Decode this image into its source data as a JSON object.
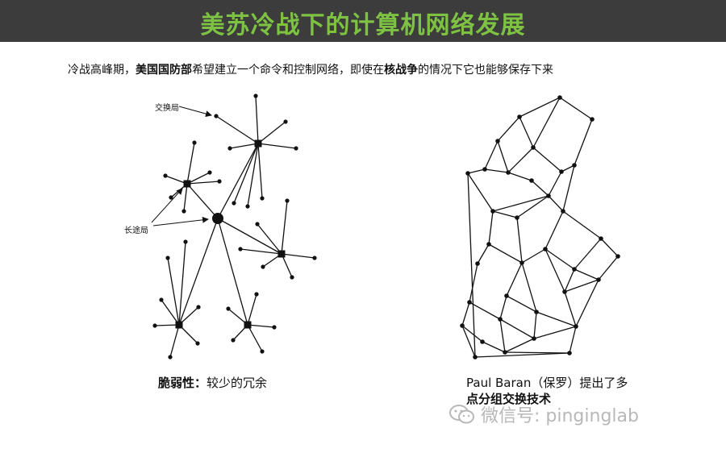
{
  "title": "美苏冷战下的计算机网络发展",
  "colors": {
    "title_bar": "#3c3c3c",
    "title_text": "#7dc242",
    "ink": "#111111",
    "watermark": "#b8b8b8"
  },
  "intro": {
    "part1": "冷战高峰期，",
    "part2": "美国国防部",
    "part3": "希望建立一个命令和控制网络，即使在",
    "part4": "核战争",
    "part5": "的情况下它也能够保存下来"
  },
  "left_diagram": {
    "label_switch": "交换局",
    "label_trunk": "长途局",
    "caption_bold": "脆弱性：",
    "caption_text": "较少的冗余"
  },
  "right_diagram": {
    "caption_line1": "Paul Baran（保罗）提出了多",
    "caption_line2": "点分组交换技术"
  },
  "watermark": {
    "text": "微信号: pinginglab",
    "icon": "wechat-icon"
  }
}
